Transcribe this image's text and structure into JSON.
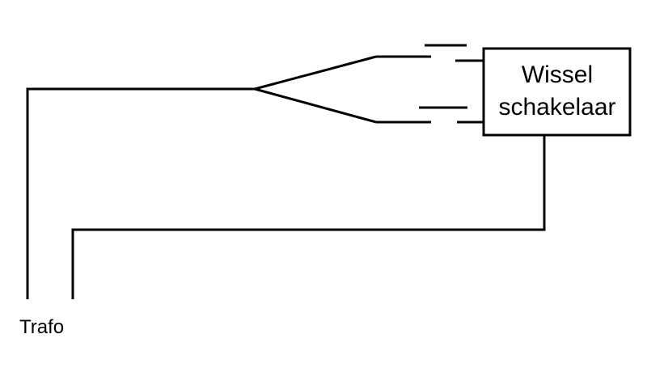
{
  "diagram": {
    "switch_box": {
      "line1": "Wissel",
      "line2": "schakelaar"
    },
    "source_label": "Trafo",
    "line_color": "#000000",
    "background_color": "#ffffff"
  }
}
